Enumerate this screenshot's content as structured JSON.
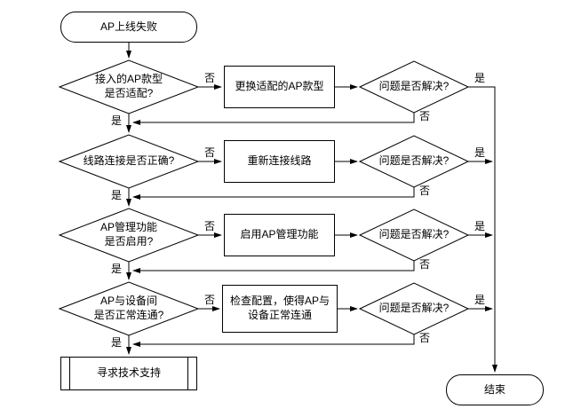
{
  "diagram": {
    "start_label": "AP上线失败",
    "end_label": "结束",
    "support_label": "寻求技术支持",
    "yes_label": "是",
    "no_label": "否",
    "line_color": "#000000",
    "background_color": "#ffffff",
    "rows": [
      {
        "question": "接入的AP款型\n是否适配?",
        "action": "更换适配的AP款型",
        "check": "问题是否解决?"
      },
      {
        "question": "线路连接是否正确?",
        "action": "重新连接线路",
        "check": "问题是否解决?"
      },
      {
        "question": "AP管理功能\n是否启用?",
        "action": "启用AP管理功能",
        "check": "问题是否解决?"
      },
      {
        "question": "AP与设备间\n是否正常连通?",
        "action": "检查配置，使得AP与\n设备正常连通",
        "check": "问题是否解决?"
      }
    ]
  }
}
